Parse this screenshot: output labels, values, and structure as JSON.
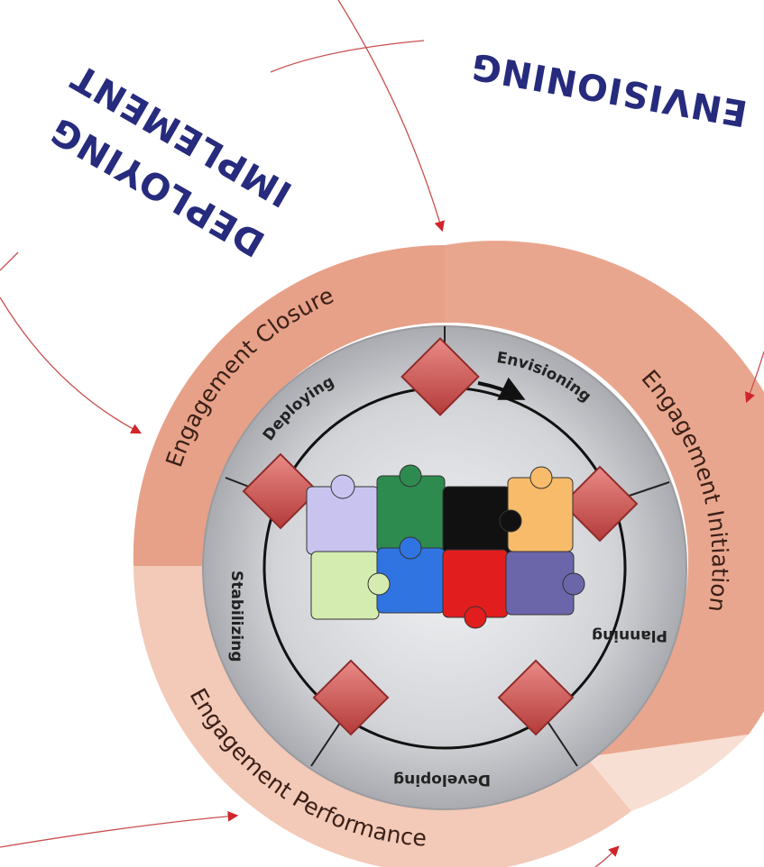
{
  "outside_labels": {
    "envisioning": "ENVISIONING",
    "implement": "IMPLEMENT",
    "deploying": "DEPLOYING"
  },
  "outer_ring": {
    "closure": "Engagement Closure",
    "initiation": "Engagement Initiation",
    "performance": "Engagement Performance"
  },
  "phases": {
    "deploying": "Deploying",
    "envisioning": "Envisioning",
    "planning": "Planning",
    "developing": "Developing",
    "stabilizing": "Stabilizing"
  },
  "colors": {
    "outer_ring_dark": "#e7a188",
    "outer_ring_light": "#f6d3c4",
    "inner_ring": "#b7b9bd",
    "diamond": "#d05553",
    "arrow": "#d0262b",
    "label_text": "#262b7d",
    "puzzle": [
      "#c9c3ef",
      "#2e8b50",
      "#111111",
      "#f7bb6a",
      "#d5ecb0",
      "#2f74e0",
      "#e21d1d",
      "#6b66aa"
    ]
  }
}
